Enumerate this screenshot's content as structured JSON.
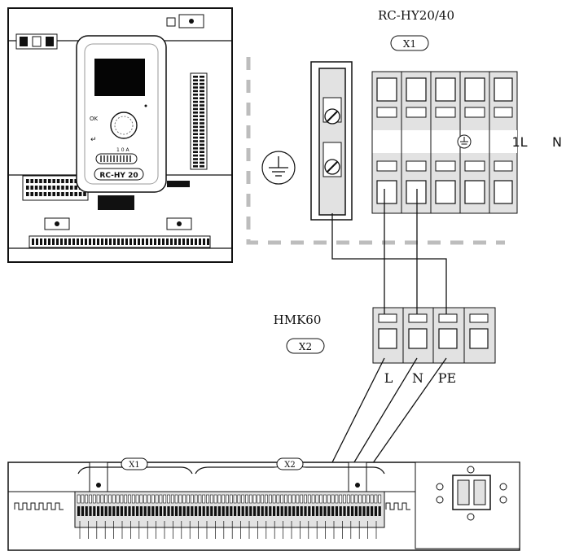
{
  "rc_unit": {
    "model": "RC-HY20/40",
    "connector": "X1",
    "terminal_labels": [
      "1L",
      "N"
    ],
    "earth_symbol": "earth-ground",
    "panel_buttons": [
      "OK",
      "↵"
    ],
    "panel_scale": "1 0 A",
    "panel_badge": "RC-HY 20"
  },
  "hmk_module": {
    "model": "HMK60",
    "connector": "X2",
    "terminal_labels": [
      "L",
      "N",
      "PE"
    ]
  },
  "controller_board": {
    "connector_left": "X1",
    "connector_right": "X2"
  },
  "colors": {
    "line": "#111111",
    "terminal_fill": "#e2e2e2",
    "boundary_dash": "#bdbdbd",
    "display": "#050505"
  }
}
